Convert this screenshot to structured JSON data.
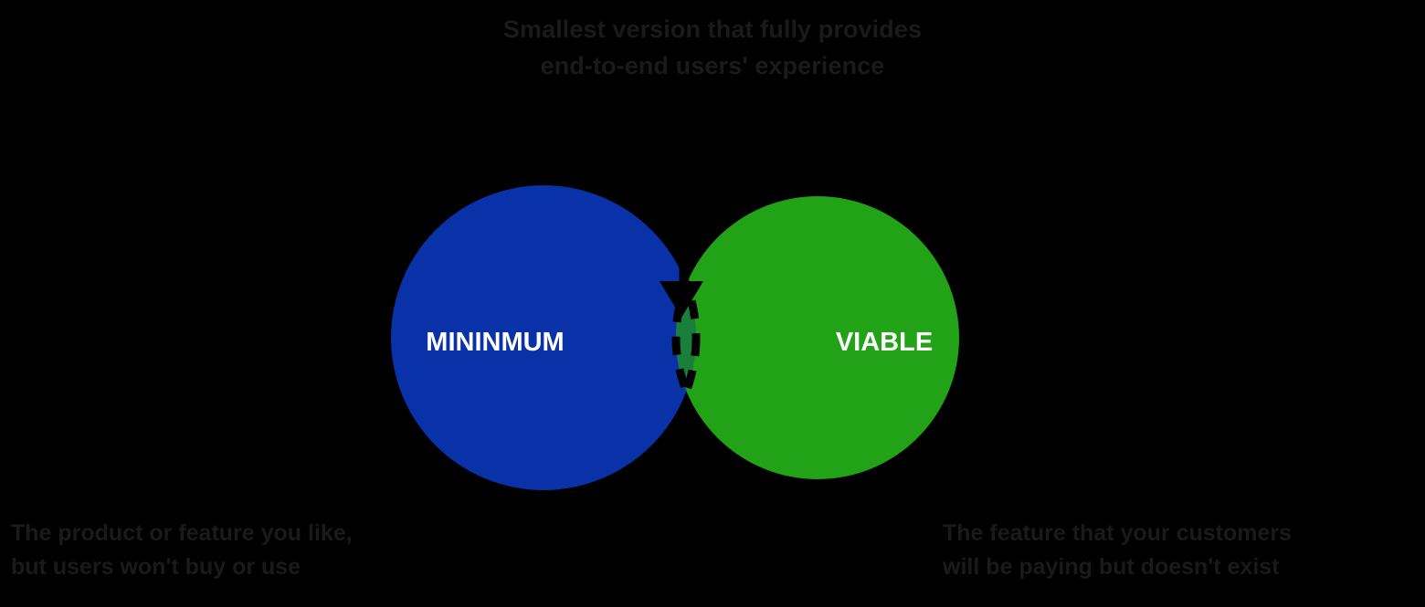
{
  "page": {
    "background_color": "#000000",
    "text_color": "#1a1a1a"
  },
  "headline": {
    "line1": "Smallest version that fully provides",
    "line2": "end-to-end users' experience"
  },
  "venn": {
    "left_circle": {
      "label": "MININMUM",
      "color": "#0a32a8",
      "label_color": "#ffffff"
    },
    "right_circle": {
      "label": "VIABLE",
      "color": "#22a317",
      "label_color": "#ffffff"
    },
    "overlap": {
      "color": "#1a7f3c",
      "outline_color": "#000000",
      "outline_style": "dashed"
    },
    "arrow": {
      "color": "#000000",
      "direction": "down"
    }
  },
  "caption_left": {
    "line1": "The product or feature you like,",
    "line2": "but users won't buy or use"
  },
  "caption_right": {
    "line1": "The feature that your customers",
    "line2": "will be paying but doesn't exist"
  }
}
